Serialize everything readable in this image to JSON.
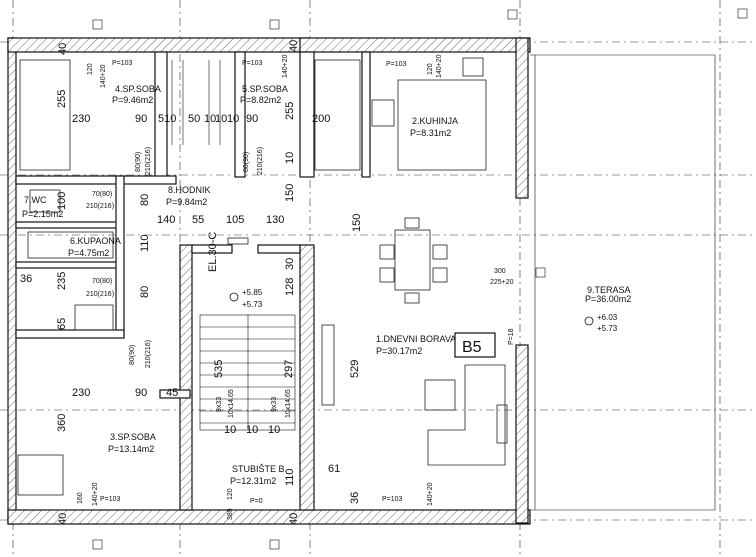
{
  "rooms": {
    "sp_soba_4": {
      "name": "4.SP.SOBA",
      "area": "P=9.46m2"
    },
    "sp_soba_5": {
      "name": "5.SP.SOBA",
      "area": "P=8.82m2"
    },
    "kuhinja": {
      "name": "2.KUHINJA",
      "area": "P=8.31m2"
    },
    "hodnik": {
      "name": "8.HODNIK",
      "area": "P=9.84m2"
    },
    "wc": {
      "name": "7.WC",
      "area": "P=2.15m2"
    },
    "kupaona": {
      "name": "6.KUPAONA",
      "area": "P=4.75m2"
    },
    "sp_soba_3": {
      "name": "3.SP.SOBA",
      "area": "P=13.14m2"
    },
    "stubiste": {
      "name": "STUBIŠTE B.",
      "area": "P=12.31m2"
    },
    "dnevni": {
      "name": "1.DNEVNI BORAVAK",
      "area": "P=30.17m2"
    },
    "terasa": {
      "name": "9.TERASA",
      "area": "P=36.00m2"
    }
  },
  "unit_label": "B5",
  "levels": {
    "stair_top": "+5.85",
    "stair_bottom": "+5.73",
    "terrace_top": "+6.03",
    "terrace_bottom": "+5.73"
  },
  "dims": {
    "d40a": "40",
    "d120a": "120",
    "d140a": "140+20",
    "d103a": "P=103",
    "d103b": "P=103",
    "d140b": "140+20",
    "d40b": "40",
    "d103c": "P=103",
    "d120b": "120",
    "d140c": "140+20",
    "d255a": "255",
    "d230a": "230",
    "d90a": "90",
    "d510": "510",
    "d50a": "50",
    "d10a": "10",
    "d10b": "10",
    "d10c": "10",
    "d90b": "90",
    "d255b": "255",
    "d200": "200",
    "d8090a": "80(90)",
    "d210a": "210(216)",
    "d8090b": "80(90)",
    "d210b": "210(216)",
    "d10d": "10",
    "d150a": "150",
    "d7080a": "70(80)",
    "d210c": "210(216)",
    "d100": "100",
    "d80a": "80",
    "d140d": "140",
    "d55": "55",
    "d105": "105",
    "d130": "130",
    "d150b": "150",
    "d7080b": "70(80)",
    "d210d": "210(216)",
    "d110a": "110",
    "d36a": "36",
    "d235": "235",
    "d80b": "80",
    "d7080c": "70(80)",
    "d210e": "210(216)",
    "d300": "300",
    "d225": "225+20",
    "d128": "128",
    "d30": "30",
    "d65": "65",
    "d80c": "80(90)",
    "d210f": "210(216)",
    "d535": "535",
    "d297": "297",
    "d529": "529",
    "d9x33a": "9x33",
    "d10x1465a": "10x14.65",
    "d9x33b": "9x33",
    "d10x1465b": "10x14.65",
    "dP18": "P=18",
    "d230b": "230",
    "d90c": "90",
    "d45": "45",
    "d360": "360",
    "d10e": "10",
    "d10f": "10",
    "d10g": "10",
    "d110b": "110",
    "d61": "61",
    "d36b": "36",
    "d160": "160",
    "d140e": "140+20",
    "d103d": "P=103",
    "d120c": "120",
    "d389": "389",
    "dP0": "P=0",
    "d40c": "40",
    "d103e": "P=103",
    "d140f": "140+20",
    "d40d": "40",
    "el30": "EL.30-C"
  }
}
